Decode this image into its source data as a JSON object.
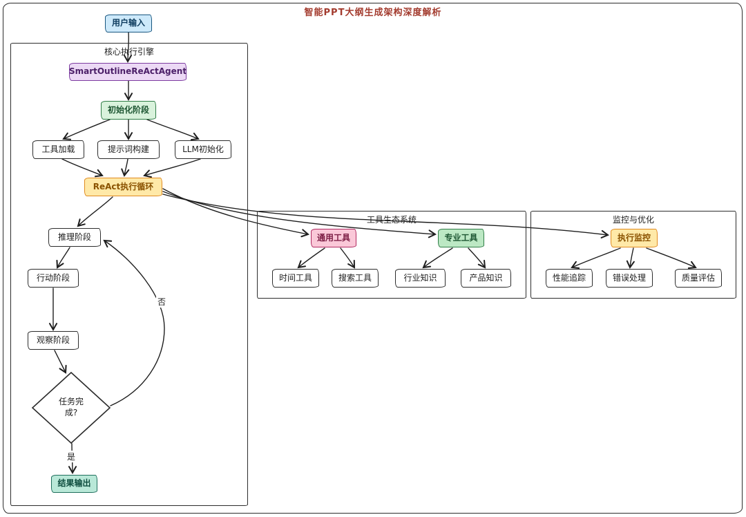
{
  "title": "智能PPT大纲生成架构深度解析",
  "containers": {
    "core": "核心执行引擎",
    "tools": "工具生态系统",
    "monitor": "监控与优化"
  },
  "nodes": {
    "user_input": "用户输入",
    "agent": "SmartOutlineReActAgent",
    "init": "初始化阶段",
    "tool_load": "工具加载",
    "prompt_build": "提示词构建",
    "llm_init": "LLM初始化",
    "react_loop": "ReAct执行循环",
    "reasoning": "推理阶段",
    "action": "行动阶段",
    "observation": "观察阶段",
    "task_done": "任务完成?",
    "result": "结果输出",
    "general_tools": "通用工具",
    "pro_tools": "专业工具",
    "time_tool": "时间工具",
    "search_tool": "搜索工具",
    "industry_knowledge": "行业知识",
    "product_knowledge": "产品知识",
    "exec_monitor": "执行监控",
    "perf_tracking": "性能追踪",
    "error_handling": "错误处理",
    "quality_eval": "质量评估"
  },
  "edge_labels": {
    "yes": "是",
    "no": "否"
  },
  "colors": {
    "title_text": "#a33b2e",
    "stroke": "#1e1e1e",
    "blue_fill": "#cde9fa",
    "purple_fill": "#ecd9f5",
    "green_fill": "#d9f2dc",
    "orange_fill": "#ffe9a8",
    "pink_fill": "#fac8d8",
    "pro_green_fill": "#bce8c4",
    "teal_fill": "#b9e8d8"
  }
}
